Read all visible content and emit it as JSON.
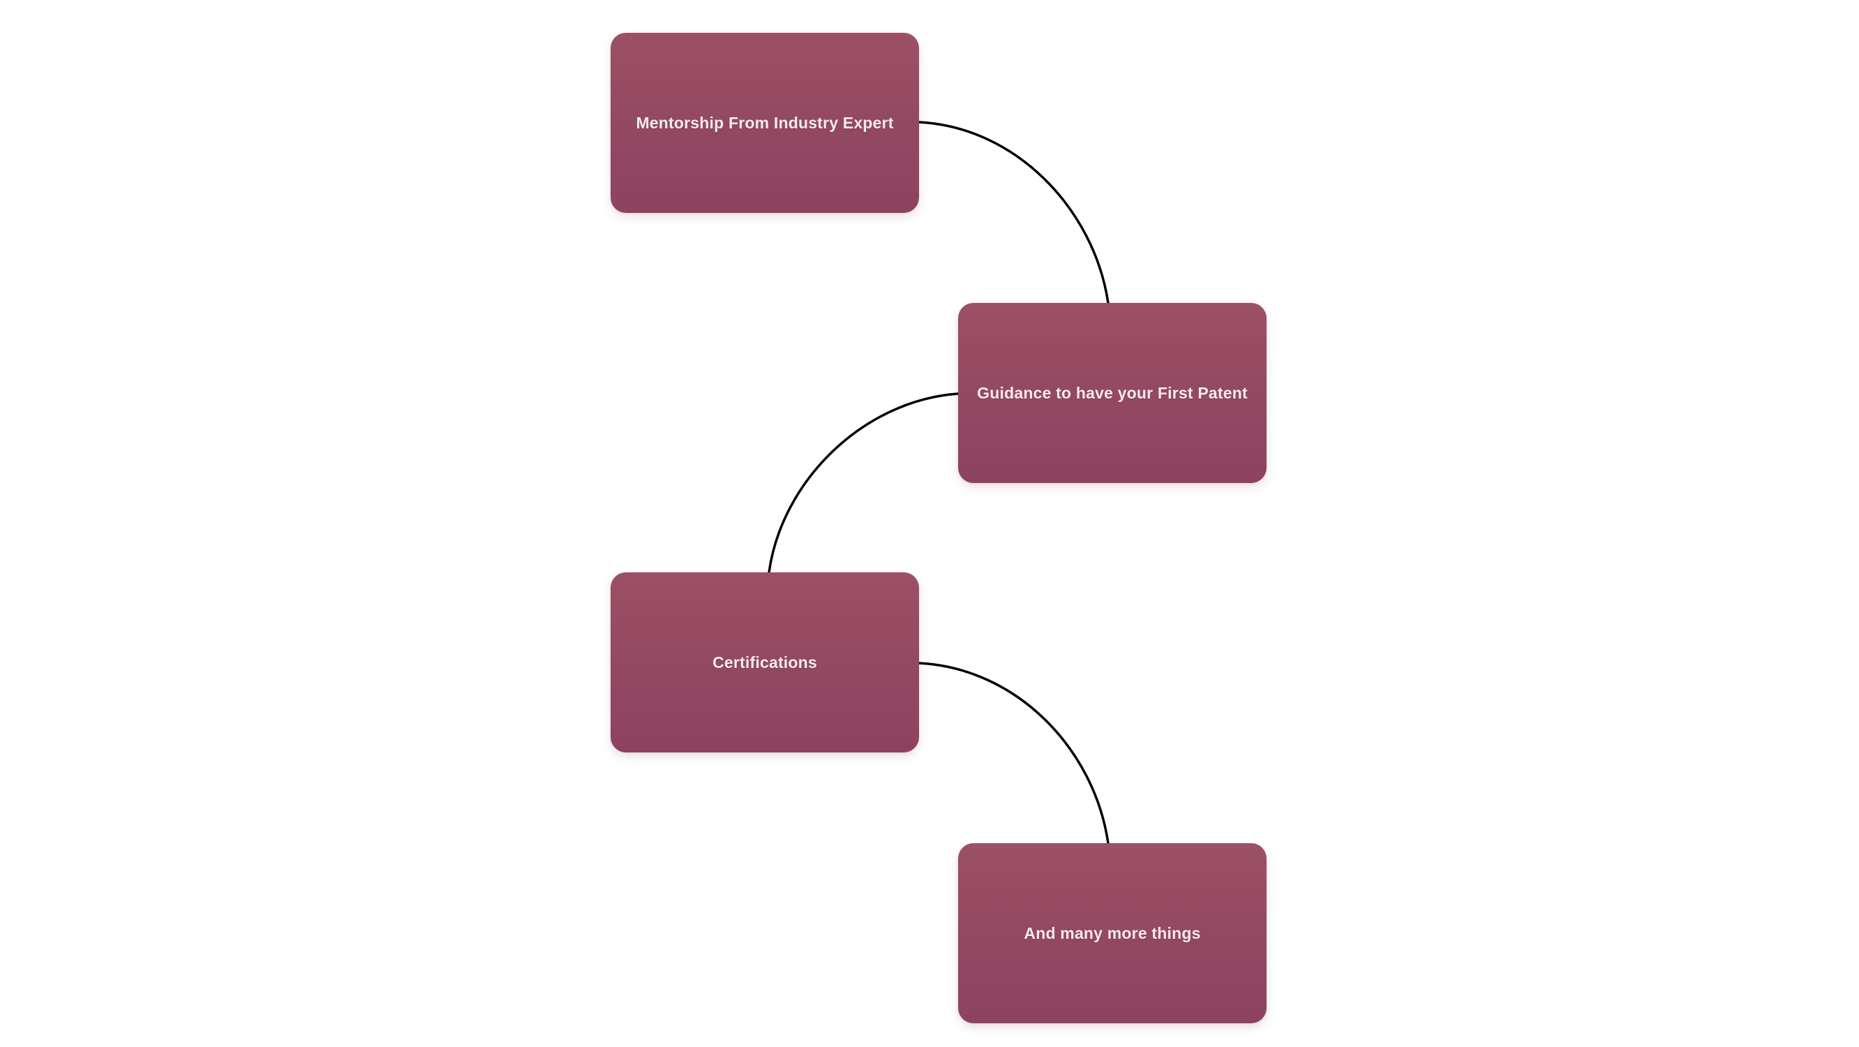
{
  "diagram": {
    "nodes": [
      {
        "id": "n1",
        "label": "Mentorship From Industry Expert"
      },
      {
        "id": "n2",
        "label": "Guidance to have your First Patent"
      },
      {
        "id": "n3",
        "label": "Certifications"
      },
      {
        "id": "n4",
        "label": "And many more things"
      }
    ],
    "edges": [
      {
        "from": "n1",
        "to": "n2"
      },
      {
        "from": "n2",
        "to": "n3"
      },
      {
        "from": "n3",
        "to": "n4"
      }
    ],
    "colors": {
      "node_fill": "#934862",
      "node_text": "#f6eaef",
      "edge": "#000000",
      "background": "#ffffff"
    }
  }
}
